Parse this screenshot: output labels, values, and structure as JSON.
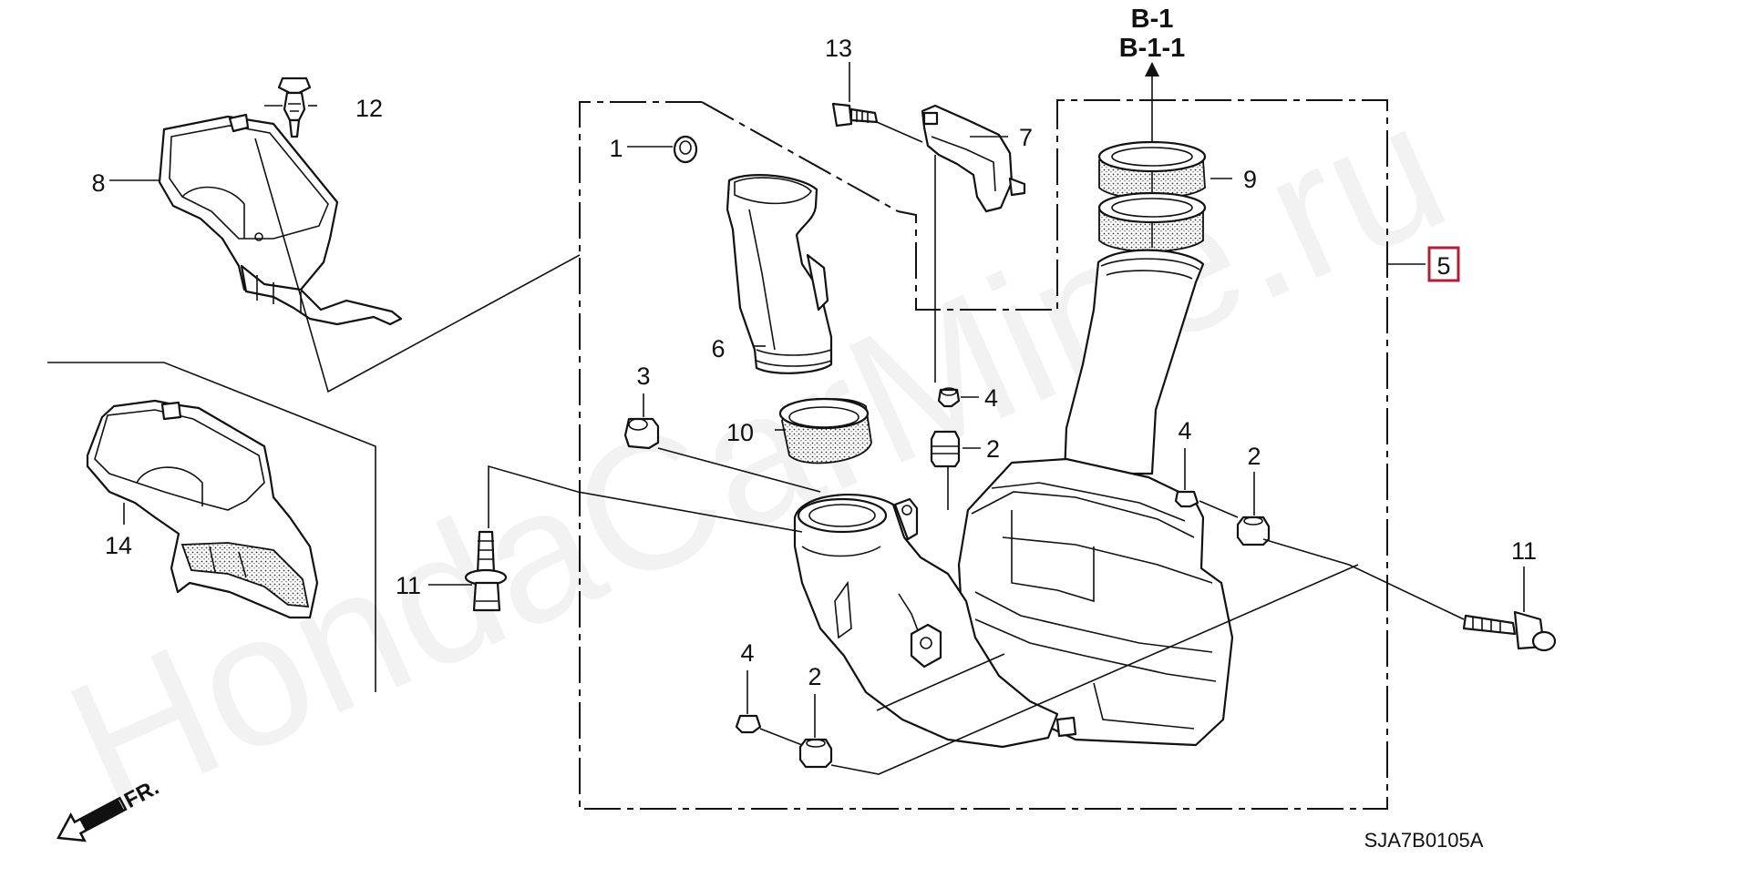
{
  "watermark": "HondaCarMine.ru",
  "diagram_code": "SJA7B0105A",
  "reference": {
    "line1": "B-1",
    "line2": "B-1-1"
  },
  "assembly_label": "5",
  "assembly_color": "#b0203a",
  "front_arrow": "FR.",
  "labels": {
    "p1": "1",
    "p2a": "2",
    "p2b": "2",
    "p2c": "2",
    "p3": "3",
    "p4a": "4",
    "p4b": "4",
    "p4c": "4",
    "p6": "6",
    "p7": "7",
    "p8": "8",
    "p9": "9",
    "p10": "10",
    "p11a": "11",
    "p11b": "11",
    "p12": "12",
    "p13": "13",
    "p14": "14"
  }
}
